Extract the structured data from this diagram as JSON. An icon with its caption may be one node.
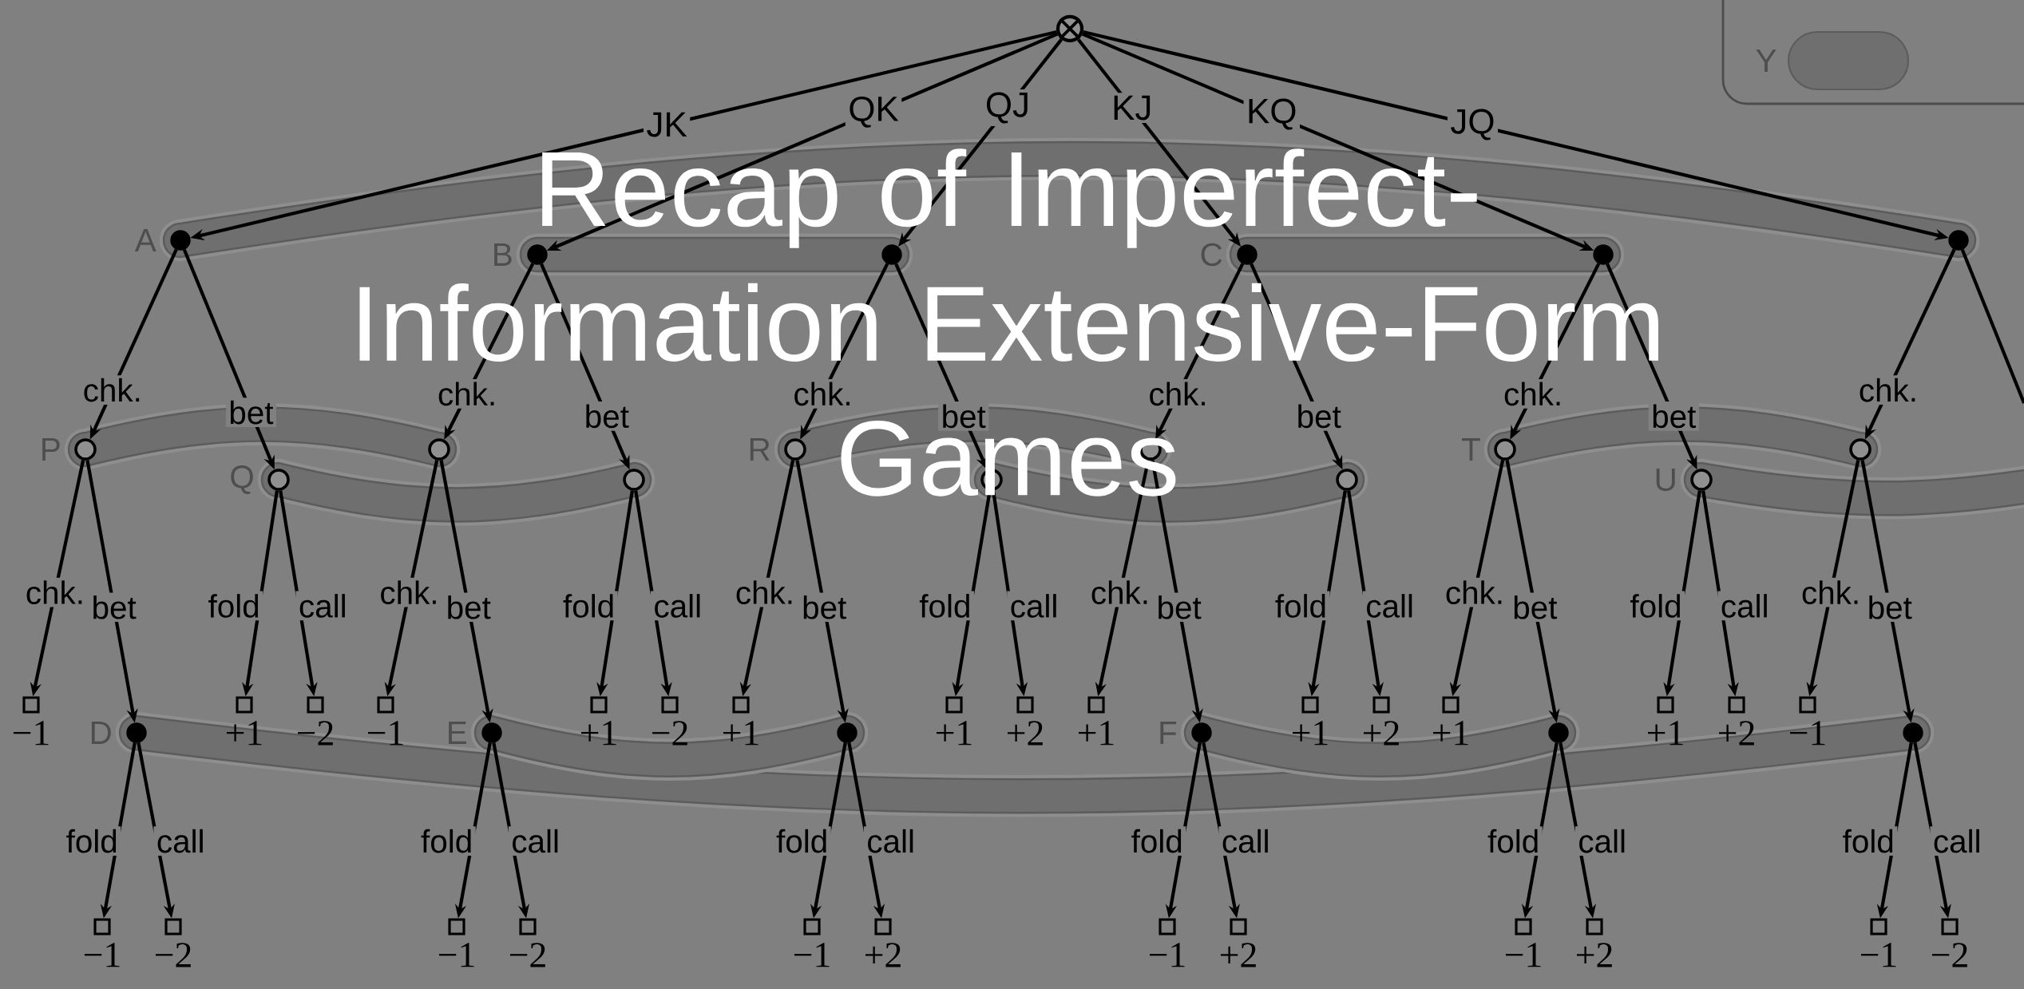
{
  "diagram": {
    "title": "Recap of Imperfect-Information Extensive-Form Games",
    "nodes": [
      {
        "text": [],
        "shape": "circle"
      },
      {
        "text": [],
        "shape": "circle",
        "beside": [
          "A"
        ]
      },
      {
        "text": [],
        "shape": "circle",
        "beside": [
          "B"
        ]
      },
      {
        "text": [],
        "shape": "circle"
      },
      {
        "text": [],
        "shape": "circle",
        "beside": [
          "C"
        ]
      },
      {
        "text": [],
        "shape": "circle"
      },
      {
        "text": [],
        "shape": "circle"
      },
      {
        "text": [],
        "shape": "circle",
        "beside": [
          "P"
        ]
      },
      {
        "text": [],
        "shape": "circle",
        "beside": [
          "Q"
        ]
      },
      {
        "text": [],
        "shape": "circle"
      },
      {
        "text": [],
        "shape": "circle"
      },
      {
        "text": [],
        "shape": "circle",
        "beside": [
          "R"
        ]
      },
      {
        "text": [],
        "shape": "circle"
      },
      {
        "text": [],
        "shape": "circle"
      },
      {
        "text": [],
        "shape": "circle"
      },
      {
        "text": [],
        "shape": "circle",
        "beside": [
          "T"
        ]
      },
      {
        "text": [],
        "shape": "circle",
        "beside": [
          "U"
        ]
      },
      {
        "text": [],
        "shape": "circle"
      },
      {
        "text": [],
        "shape": "box",
        "beside": [
          "−1"
        ]
      },
      {
        "text": [],
        "shape": "circle",
        "beside": [
          "D"
        ]
      },
      {
        "text": [],
        "shape": "box",
        "beside": [
          "+1"
        ]
      },
      {
        "text": [],
        "shape": "box",
        "beside": [
          "−2"
        ]
      },
      {
        "text": [],
        "shape": "box",
        "beside": [
          "−1"
        ]
      },
      {
        "text": [],
        "shape": "circle",
        "beside": [
          "E"
        ]
      },
      {
        "text": [],
        "shape": "box",
        "beside": [
          "+1"
        ]
      },
      {
        "text": [],
        "shape": "box",
        "beside": [
          "−2"
        ]
      },
      {
        "text": [],
        "shape": "box",
        "beside": [
          "+1"
        ]
      },
      {
        "text": [],
        "shape": "circle"
      },
      {
        "text": [],
        "shape": "box",
        "beside": [
          "+1"
        ]
      },
      {
        "text": [],
        "shape": "box",
        "beside": [
          "+2"
        ]
      },
      {
        "text": [],
        "shape": "box",
        "beside": [
          "+1"
        ]
      },
      {
        "text": [],
        "shape": "circle",
        "beside": [
          "F"
        ]
      },
      {
        "text": [],
        "shape": "box",
        "beside": [
          "+1"
        ]
      },
      {
        "text": [],
        "shape": "box",
        "beside": [
          "+2"
        ]
      },
      {
        "text": [],
        "shape": "box",
        "beside": [
          "+1"
        ]
      },
      {
        "text": [],
        "shape": "circle"
      },
      {
        "text": [],
        "shape": "box",
        "beside": [
          "+1"
        ]
      },
      {
        "text": [],
        "shape": "box",
        "beside": [
          "+2"
        ]
      },
      {
        "text": [],
        "shape": "box",
        "beside": [
          "−1"
        ]
      },
      {
        "text": [],
        "shape": "circle"
      },
      {
        "text": [],
        "shape": "box",
        "beside": [
          "−1"
        ]
      },
      {
        "text": [],
        "shape": "box",
        "beside": [
          "−2"
        ]
      },
      {
        "text": [],
        "shape": "box",
        "beside": [
          "−1"
        ]
      },
      {
        "text": [],
        "shape": "box",
        "beside": [
          "−2"
        ]
      },
      {
        "text": [],
        "shape": "box",
        "beside": [
          "−1"
        ]
      },
      {
        "text": [],
        "shape": "box",
        "beside": [
          "+2"
        ]
      },
      {
        "text": [],
        "shape": "box",
        "beside": [
          "−1"
        ]
      },
      {
        "text": [],
        "shape": "box",
        "beside": [
          "+2"
        ]
      },
      {
        "text": [],
        "shape": "box",
        "beside": [
          "−1"
        ]
      },
      {
        "text": [],
        "shape": "box",
        "beside": [
          "+2"
        ]
      },
      {
        "text": [],
        "shape": "box",
        "beside": [
          "−1"
        ]
      },
      {
        "text": [],
        "shape": "box",
        "beside": [
          "−2"
        ]
      }
    ],
    "edges": [
      {
        "from": 0,
        "to": 1,
        "arrow": "to",
        "label": "JK"
      },
      {
        "from": 0,
        "to": 2,
        "arrow": "to",
        "label": "QK"
      },
      {
        "from": 0,
        "to": 3,
        "arrow": "to",
        "label": "QJ"
      },
      {
        "from": 0,
        "to": 4,
        "arrow": "to",
        "label": "KJ"
      },
      {
        "from": 0,
        "to": 5,
        "arrow": "to",
        "label": "KQ"
      },
      {
        "from": 0,
        "to": 6,
        "arrow": "to",
        "label": "JQ"
      },
      {
        "from": 1,
        "to": 7,
        "arrow": "to",
        "label": "chk."
      },
      {
        "from": 1,
        "to": 8,
        "arrow": "to",
        "label": "bet"
      },
      {
        "from": 2,
        "to": 9,
        "arrow": "to",
        "label": "chk."
      },
      {
        "from": 2,
        "to": 10,
        "arrow": "to",
        "label": "bet"
      },
      {
        "from": 3,
        "to": 11,
        "arrow": "to",
        "label": "chk."
      },
      {
        "from": 3,
        "to": 12,
        "arrow": "to",
        "label": "bet"
      },
      {
        "from": 4,
        "to": 13,
        "arrow": "to",
        "label": "chk."
      },
      {
        "from": 4,
        "to": 14,
        "arrow": "to",
        "label": "bet"
      },
      {
        "from": 5,
        "to": 15,
        "arrow": "to",
        "label": "chk."
      },
      {
        "from": 5,
        "to": 16,
        "arrow": "to",
        "label": "bet"
      },
      {
        "from": 6,
        "to": 17,
        "arrow": "to",
        "label": "chk."
      },
      {
        "from": 6,
        "to": null,
        "arrow": "none"
      },
      {
        "from": 7,
        "to": 18,
        "arrow": "to",
        "label": "chk."
      },
      {
        "from": 7,
        "to": 19,
        "arrow": "to",
        "label": "bet"
      },
      {
        "from": 8,
        "to": 20,
        "arrow": "to",
        "label": "fold"
      },
      {
        "from": 8,
        "to": 21,
        "arrow": "to",
        "label": "call"
      },
      {
        "from": 9,
        "to": 22,
        "arrow": "to",
        "label": "chk."
      },
      {
        "from": 9,
        "to": 23,
        "arrow": "to",
        "label": "bet"
      },
      {
        "from": 10,
        "to": 24,
        "arrow": "to",
        "label": "fold"
      },
      {
        "from": 10,
        "to": 25,
        "arrow": "to",
        "label": "call"
      },
      {
        "from": 11,
        "to": 26,
        "arrow": "to",
        "label": "chk."
      },
      {
        "from": 11,
        "to": 27,
        "arrow": "to",
        "label": "bet"
      },
      {
        "from": 12,
        "to": 28,
        "arrow": "to",
        "label": "fold"
      },
      {
        "from": 12,
        "to": 29,
        "arrow": "to",
        "label": "call"
      },
      {
        "from": 13,
        "to": 30,
        "arrow": "to",
        "label": "chk."
      },
      {
        "from": 13,
        "to": 31,
        "arrow": "to",
        "label": "bet"
      },
      {
        "from": 14,
        "to": 32,
        "arrow": "to",
        "label": "fold"
      },
      {
        "from": 14,
        "to": 33,
        "arrow": "to",
        "label": "call"
      },
      {
        "from": 15,
        "to": 34,
        "arrow": "to",
        "label": "chk."
      },
      {
        "from": 15,
        "to": 35,
        "arrow": "to",
        "label": "bet"
      },
      {
        "from": 16,
        "to": 36,
        "arrow": "to",
        "label": "fold"
      },
      {
        "from": 16,
        "to": 37,
        "arrow": "to",
        "label": "call"
      },
      {
        "from": 17,
        "to": 38,
        "arrow": "to",
        "label": "chk."
      },
      {
        "from": 17,
        "to": 39,
        "arrow": "to",
        "label": "bet"
      },
      {
        "from": 19,
        "to": 40,
        "arrow": "to",
        "label": "fold"
      },
      {
        "from": 19,
        "to": 41,
        "arrow": "to",
        "label": "call"
      },
      {
        "from": 23,
        "to": 42,
        "arrow": "to",
        "label": "fold"
      },
      {
        "from": 23,
        "to": 43,
        "arrow": "to",
        "label": "call"
      },
      {
        "from": 27,
        "to": 44,
        "arrow": "to",
        "label": "fold"
      },
      {
        "from": 27,
        "to": 45,
        "arrow": "to",
        "label": "call"
      },
      {
        "from": 31,
        "to": 46,
        "arrow": "to",
        "label": "fold"
      },
      {
        "from": 31,
        "to": 47,
        "arrow": "to",
        "label": "call"
      },
      {
        "from": 35,
        "to": 48,
        "arrow": "to",
        "label": "fold"
      },
      {
        "from": 35,
        "to": 49,
        "arrow": "to",
        "label": "call"
      },
      {
        "from": 39,
        "to": 50,
        "arrow": "to",
        "label": "fold"
      },
      {
        "from": 39,
        "to": 51,
        "arrow": "to",
        "label": "call"
      }
    ],
    "labels": [
      "Y"
    ]
  }
}
